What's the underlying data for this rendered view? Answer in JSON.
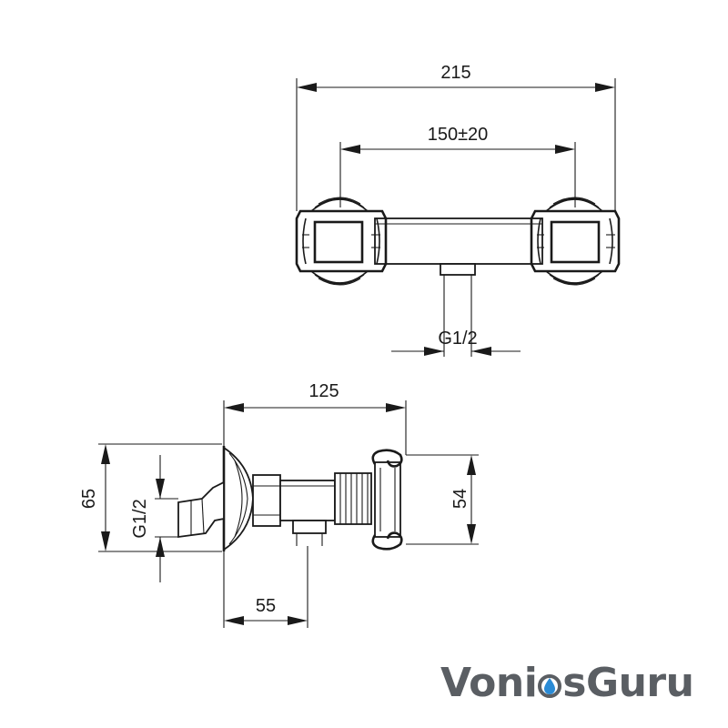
{
  "dimensions": {
    "overall_width": "215",
    "handle_spacing": "150±20",
    "outlet_thread_top": "G1/2",
    "side_depth": "125",
    "side_height": "65",
    "inlet_thread_side": "G1/2",
    "handle_height": "54",
    "outlet_offset": "55"
  },
  "logo": {
    "text_left": "Voni",
    "text_right": "sGuru",
    "drop_icon": "water-drop-icon",
    "color": "#5a5e63",
    "drop_color": "#2a8bd6"
  }
}
